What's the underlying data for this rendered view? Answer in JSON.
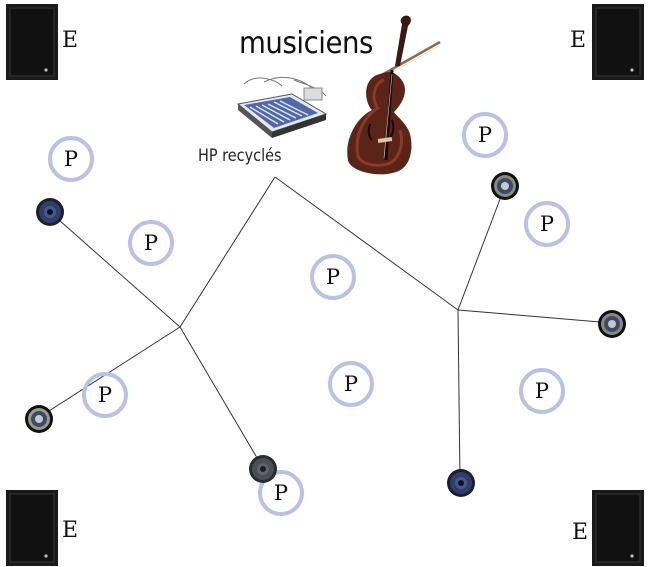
{
  "title": "musiciens",
  "hp_label": "HP recyclés",
  "speaker_label": "E",
  "player_label": "P",
  "colors": {
    "player_ring": "#b9c2e3",
    "wire": "#333333",
    "speaker_body": "#1a1a1a",
    "cello_wood": "#5a2418",
    "mixer_blue": "#5068a8"
  },
  "icons": [
    "speaker-cabinet-icon",
    "mixer-icon",
    "cello-icon",
    "loudspeaker-driver-icon"
  ]
}
